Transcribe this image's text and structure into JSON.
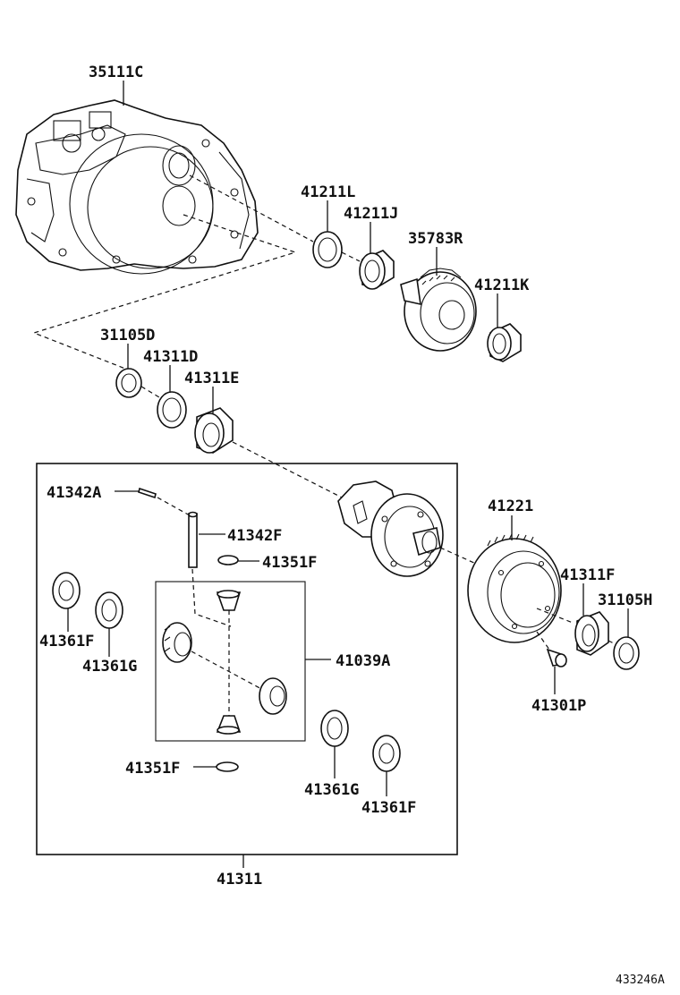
{
  "diagram_id": "433246A",
  "assembly_label": "41311",
  "subassembly_label": "41039A",
  "parts": {
    "p35111C": "35111C",
    "p41211L": "41211L",
    "p41211J": "41211J",
    "p35783R": "35783R",
    "p41211K": "41211K",
    "p31105D": "31105D",
    "p41311D": "41311D",
    "p41311E": "41311E",
    "p41342A": "41342A",
    "p41342F": "41342F",
    "p41351F_top": "41351F",
    "p41221": "41221",
    "p41311F": "41311F",
    "p31105H": "31105H",
    "p41361F_left": "41361F",
    "p41361G_left": "41361G",
    "p41301P": "41301P",
    "p41351F_bottom": "41351F",
    "p41361G_bottom": "41361G",
    "p41361F_bottom": "41361F"
  }
}
